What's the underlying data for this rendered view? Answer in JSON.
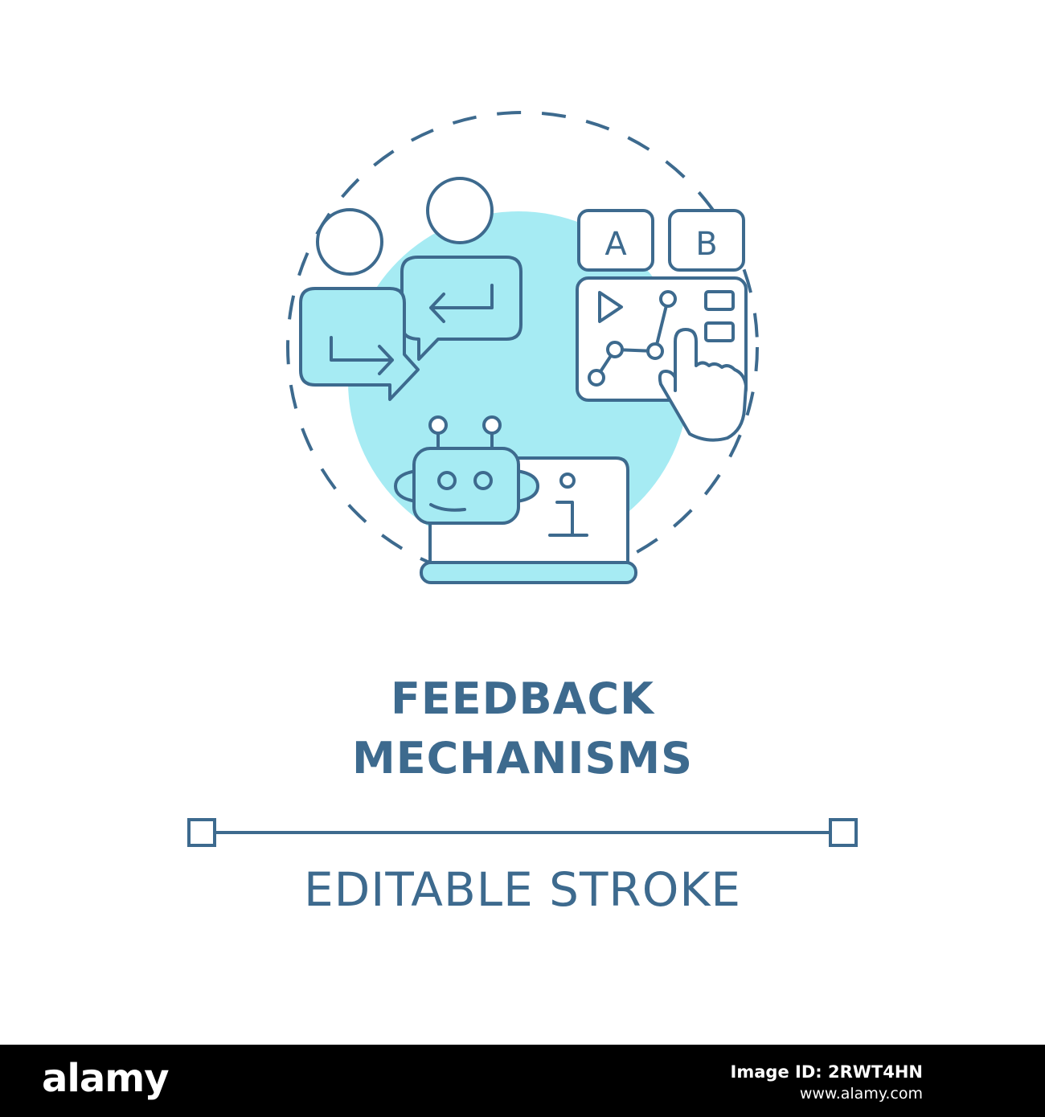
{
  "colors": {
    "stroke": "#3d6a8e",
    "fill": "#a6ebf3",
    "background": "#ffffff",
    "footer_bg": "#000000",
    "footer_text": "#ffffff"
  },
  "icon": {
    "letters": [
      "A",
      "B"
    ],
    "info_glyph": "i",
    "icons": [
      "people-chat-icon",
      "ab-test-panel-icon",
      "robot-laptop-icon"
    ]
  },
  "title": {
    "line1": "FEEDBACK",
    "line2": "MECHANISMS"
  },
  "subtitle": "EDITABLE STROKE",
  "footer": {
    "logo": "alamy",
    "image_id": "Image ID: 2RWT4HN",
    "url": "www.alamy.com"
  }
}
